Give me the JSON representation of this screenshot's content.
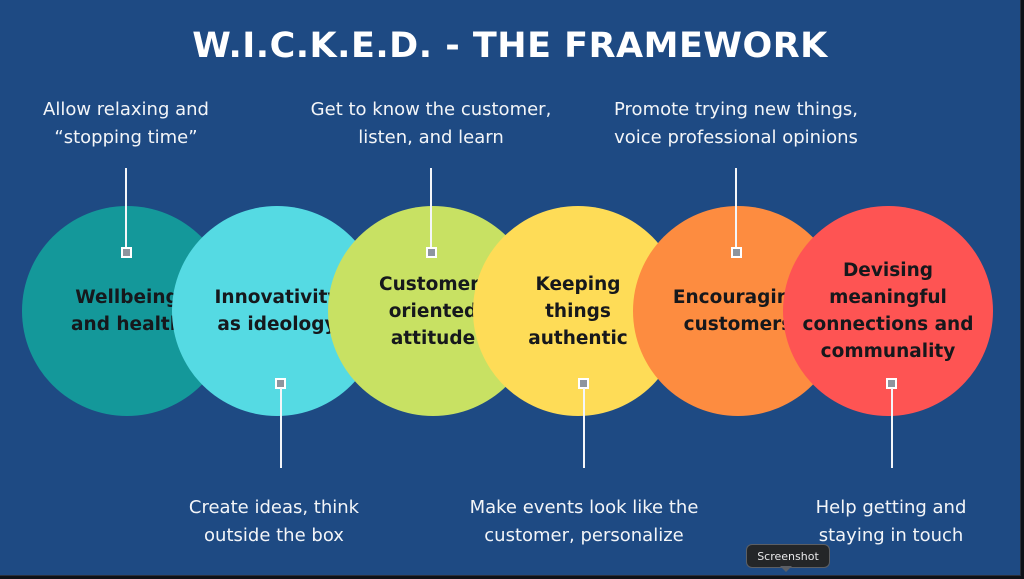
{
  "title": "W.I.C.K.E.D. - THE FRAMEWORK",
  "circles": [
    {
      "label": "Wellbeing\nand health",
      "color": "#14989a"
    },
    {
      "label": "Innovativity\nas ideology",
      "color": "#55dae3"
    },
    {
      "label": "Customer-\noriented\nattitude",
      "color": "#c8e163"
    },
    {
      "label": "Keeping\nthings\nauthentic",
      "color": "#fedc57"
    },
    {
      "label": "Encouraging\ncustomers",
      "color": "#fd8c40"
    },
    {
      "label": "Devising\nmeaningful\nconnections and\ncommunality",
      "color": "#fe5453"
    }
  ],
  "notes_top": [
    "Allow relaxing and\n“stopping time”",
    "Get to know the customer,\nlisten, and learn",
    "Promote trying new things,\nvoice professional opinions"
  ],
  "notes_bottom": [
    "Create ideas, think\noutside the box",
    "Make events look like the\ncustomer, personalize",
    "Help getting and\nstaying in touch"
  ],
  "tooltip": "Screenshot"
}
